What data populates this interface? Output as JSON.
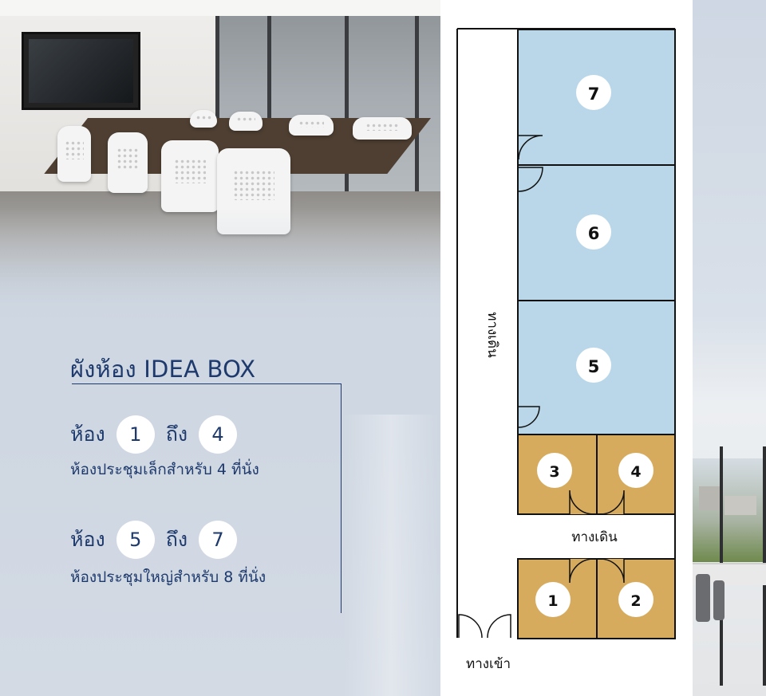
{
  "legend": {
    "title": "ผังห้อง IDEA BOX",
    "small_rooms": {
      "word_room": "ห้อง",
      "from": "1",
      "word_to": "ถึง",
      "to": "4",
      "description": "ห้องประชุมเล็กสำหรับ 4 ที่นั่ง"
    },
    "large_rooms": {
      "word_room": "ห้อง",
      "from": "5",
      "word_to": "ถึง",
      "to": "7",
      "description": "ห้องประชุมใหญ่สำหรับ 8 ที่นั่ง"
    }
  },
  "floor_plan": {
    "rooms": [
      {
        "number": "7",
        "size": "large"
      },
      {
        "number": "6",
        "size": "large"
      },
      {
        "number": "5",
        "size": "large"
      },
      {
        "number": "3",
        "size": "small"
      },
      {
        "number": "4",
        "size": "small"
      },
      {
        "number": "1",
        "size": "small"
      },
      {
        "number": "2",
        "size": "small"
      }
    ],
    "corridor_label": "ทางเดิน",
    "hallway_label": "ทางเดิน",
    "entrance_label": "ทางเข้า",
    "colors": {
      "large_room": "#b9d7e8",
      "small_room": "#d6ab5e",
      "wall": "#111111",
      "legend_text": "#1e3a6d"
    }
  }
}
